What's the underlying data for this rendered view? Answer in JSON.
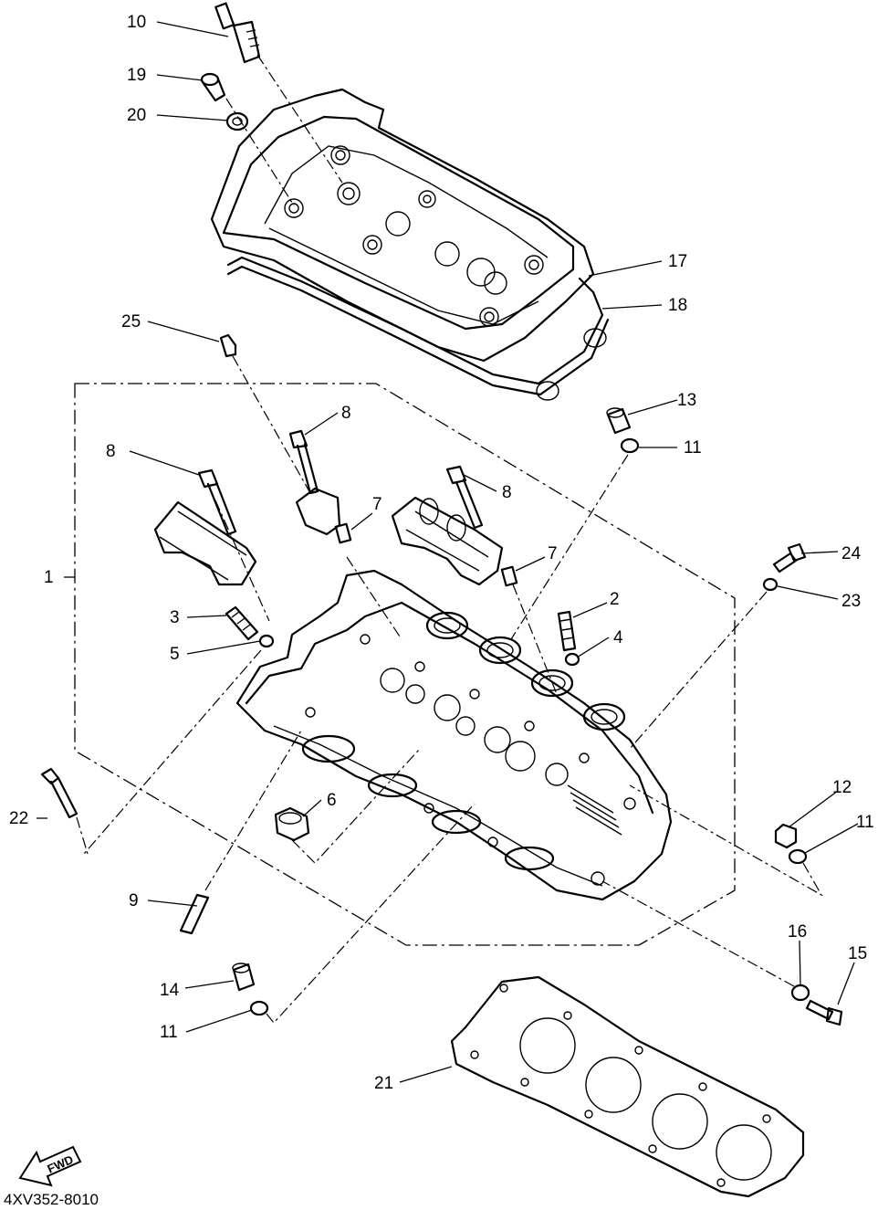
{
  "diagram": {
    "drawing_code": "4XV352-8010",
    "fwd_badge": "FWD",
    "callouts": [
      {
        "id": "c1",
        "text": "1"
      },
      {
        "id": "c2",
        "text": "2"
      },
      {
        "id": "c3",
        "text": "3"
      },
      {
        "id": "c4",
        "text": "4"
      },
      {
        "id": "c5",
        "text": "5"
      },
      {
        "id": "c6",
        "text": "6"
      },
      {
        "id": "c7a",
        "text": "7"
      },
      {
        "id": "c7b",
        "text": "7"
      },
      {
        "id": "c8a",
        "text": "8"
      },
      {
        "id": "c8b",
        "text": "8"
      },
      {
        "id": "c8c",
        "text": "8"
      },
      {
        "id": "c9",
        "text": "9"
      },
      {
        "id": "c10",
        "text": "10"
      },
      {
        "id": "c11a",
        "text": "11"
      },
      {
        "id": "c11b",
        "text": "11"
      },
      {
        "id": "c11c",
        "text": "11"
      },
      {
        "id": "c12",
        "text": "12"
      },
      {
        "id": "c13",
        "text": "13"
      },
      {
        "id": "c14",
        "text": "14"
      },
      {
        "id": "c15",
        "text": "15"
      },
      {
        "id": "c16",
        "text": "16"
      },
      {
        "id": "c17",
        "text": "17"
      },
      {
        "id": "c18",
        "text": "18"
      },
      {
        "id": "c19",
        "text": "19"
      },
      {
        "id": "c20",
        "text": "20"
      },
      {
        "id": "c21",
        "text": "21"
      },
      {
        "id": "c22",
        "text": "22"
      },
      {
        "id": "c23",
        "text": "23"
      },
      {
        "id": "c24",
        "text": "24"
      },
      {
        "id": "c25",
        "text": "25"
      }
    ]
  }
}
